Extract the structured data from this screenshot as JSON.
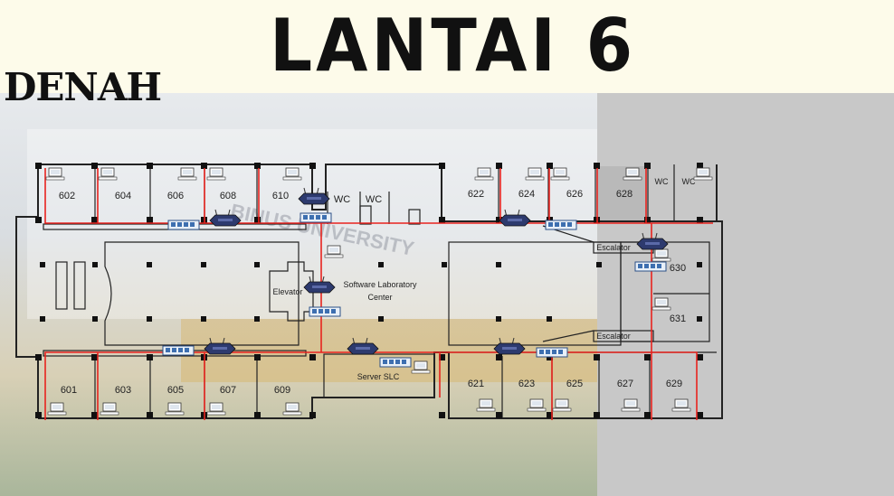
{
  "header": {
    "title": "LANTAI 6",
    "subtitle": "DENAH"
  },
  "colors": {
    "network_cable": "#e8231e",
    "wall": "#222222",
    "router": "#2d3a6e",
    "switch": "#3d6fb0"
  },
  "rooms_top": [
    "602",
    "604",
    "606",
    "608",
    "610",
    "WC",
    "WC",
    "622",
    "624",
    "626",
    "628",
    "WC",
    "WC"
  ],
  "rooms_bottom": [
    "601",
    "603",
    "605",
    "607",
    "609",
    "621",
    "623",
    "625",
    "627",
    "629"
  ],
  "rooms_right": [
    "630",
    "631"
  ],
  "labels": {
    "elevator": "Elevator",
    "lab": "Software Laboratory Center",
    "server": "Server SLC",
    "escalator_top": "Escalator",
    "escalator_bottom": "Escalator",
    "watermark": "BINUS UNIVERSITY"
  },
  "icons": {
    "router": "wifi-router-icon",
    "switch": "network-switch-icon",
    "computer": "computer-icon"
  }
}
